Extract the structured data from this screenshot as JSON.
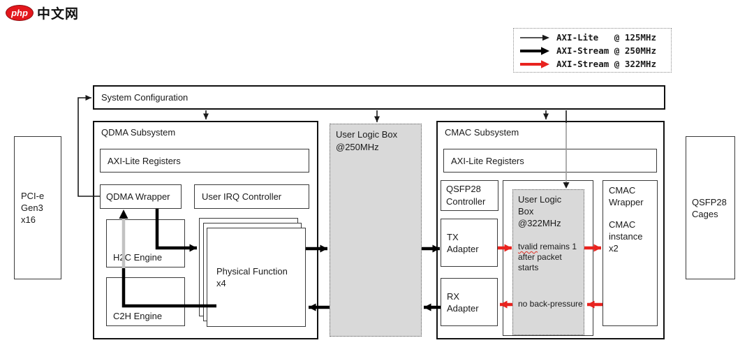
{
  "logo": {
    "brand": "php",
    "site": "中文网"
  },
  "palette": {
    "accent_red": "#e8231f",
    "gray_fill": "#d9d9d9",
    "wire_black": "#000000",
    "wire_dimmed": "#c2c2c2"
  },
  "legend": {
    "items": [
      {
        "id": "axi-lite-125",
        "label": "AXI-Lite   @ 125MHz",
        "style": "thin-black"
      },
      {
        "id": "axi-stream-250",
        "label": "AXI-Stream @ 250MHz",
        "style": "thick-black"
      },
      {
        "id": "axi-stream-322",
        "label": "AXI-Stream @ 322MHz",
        "style": "thick-red"
      }
    ]
  },
  "nodes": {
    "system_configuration": {
      "label": "System Configuration"
    },
    "pcie": {
      "label": "PCI-e\nGen3\nx16"
    },
    "qdma_subsystem": {
      "title": "QDMA Subsystem"
    },
    "qdma_axi_lite_registers": {
      "label": "AXI-Lite Registers"
    },
    "qdma_wrapper": {
      "label": "QDMA Wrapper"
    },
    "user_irq_controller": {
      "label": "User IRQ Controller"
    },
    "h2c_engine": {
      "label": "H2C Engine"
    },
    "c2h_engine": {
      "label": "C2H Engine"
    },
    "physical_function": {
      "label": "Physical Function\nx4"
    },
    "user_logic_box_250": {
      "label": "User Logic Box\n@250MHz"
    },
    "cmac_subsystem": {
      "title": "CMAC Subsystem"
    },
    "cmac_axi_lite_registers": {
      "label": "AXI-Lite Registers"
    },
    "qsfp28_controller": {
      "label": "QSFP28\nController"
    },
    "tx_adapter": {
      "label": "TX\nAdapter"
    },
    "rx_adapter": {
      "label": "RX\nAdapter"
    },
    "user_logic_box_322": {
      "label": "User Logic\nBox\n@322MHz",
      "note_tx_word": "tvalid",
      "note_tx_rest": " remains 1\nafter packet starts",
      "note_rx": "no back-pressure"
    },
    "cmac_wrapper": {
      "label": "CMAC\nWrapper",
      "sub": "CMAC\ninstance\nx2"
    },
    "qsfp28_cages": {
      "label": "QSFP28\nCages"
    }
  }
}
